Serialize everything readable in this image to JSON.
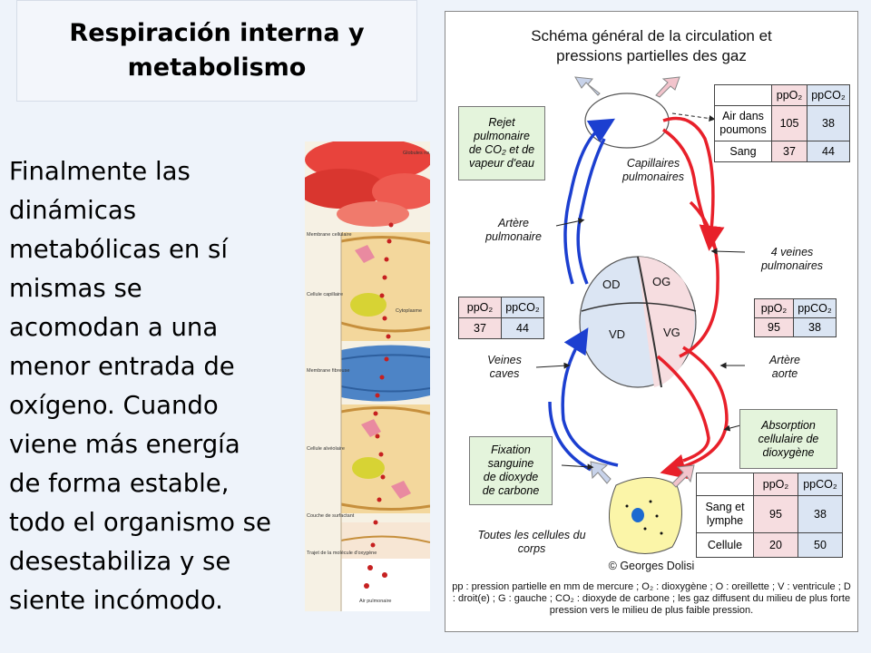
{
  "slide": {
    "title_line1": "Respiración interna y",
    "title_line2": "metabolismo",
    "body_lines": [
      "Finalmente las",
      "dinámicas",
      "metabólicas en sí",
      "mismas se",
      "acomodan a una",
      "menor entrada de",
      "oxígeno. Cuando",
      "viene más energía",
      "de forma estable,",
      "todo el organismo se",
      "desestabiliza  y se",
      "siente incómodo."
    ]
  },
  "illustration": {
    "labels": [
      "Globules rouges",
      "Membrane cellulaire",
      "Cellule capillaire",
      "Cytoplasme",
      "Membrane fibreuse",
      "Cellule alvéolaire",
      "Couche de surfactant",
      "Trajet de la molécule d'oxygène",
      "Air pulmonaire"
    ]
  },
  "diagram": {
    "title_line1": "Schéma général de la circulation et",
    "title_line2": "pressions partielles des gaz",
    "labels": {
      "rejet": [
        "Rejet",
        "pulmonaire",
        "de CO₂ et de",
        "vapeur d'eau"
      ],
      "capillaires": [
        "Capillaires",
        "pulmonaires"
      ],
      "artere_pulmonaire": [
        "Artère",
        "pulmonaire"
      ],
      "veines_pulmonaires": [
        "4 veines",
        "pulmonaires"
      ],
      "veines_caves": [
        "Veines",
        "caves"
      ],
      "artere_aorte": [
        "Artère",
        "aorte"
      ],
      "absorption": [
        "Absorption",
        "cellulaire de",
        "dioxygène"
      ],
      "fixation": [
        "Fixation",
        "sanguine",
        "de dioxyde",
        "de carbone"
      ],
      "cellules": [
        "Toutes les cellules du",
        "corps"
      ],
      "od": "OD",
      "og": "OG",
      "vd": "VD",
      "vg": "VG"
    },
    "table_top": {
      "headers": [
        "ppO₂",
        "ppCO₂"
      ],
      "rows": [
        {
          "label": "Air dans poumons",
          "o2": "105",
          "co2": "38"
        },
        {
          "label": "Sang",
          "o2": "37",
          "co2": "44"
        }
      ]
    },
    "table_left": {
      "headers": [
        "ppO₂",
        "ppCO₂"
      ],
      "o2": "37",
      "co2": "44"
    },
    "table_right": {
      "headers": [
        "ppO₂",
        "ppCO₂"
      ],
      "o2": "95",
      "co2": "38"
    },
    "table_bottom": {
      "headers": [
        "ppO₂",
        "ppCO₂"
      ],
      "rows": [
        {
          "label": "Sang et lymphe",
          "o2": "95",
          "co2": "38"
        },
        {
          "label": "Cellule",
          "o2": "20",
          "co2": "50"
        }
      ]
    },
    "copyright": "© Georges Dolisi",
    "footnote": "pp : pression partielle en mm de mercure ; O₂ : dioxygène ; O : oreillette ; V : ventricule ; D : droit(e) ; G : gauche ; CO₂ : dioxyde de carbone ; les gaz diffusent du milieu de plus forte pression vers le milieu de plus faible pression.",
    "colors": {
      "red": "#e8202a",
      "blue": "#1c3fd0",
      "green_box": "#e4f4dc"
    }
  }
}
